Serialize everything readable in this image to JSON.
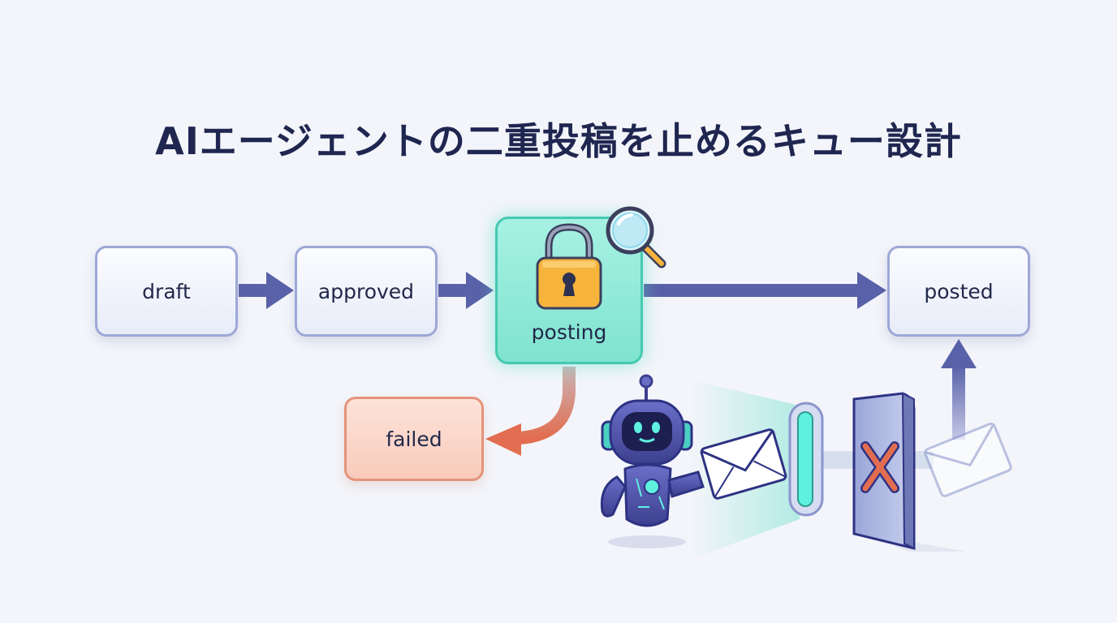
{
  "title": "AIエージェントの二重投稿を止めるキュー設計",
  "states": {
    "draft": "draft",
    "approved": "approved",
    "posting": "posting",
    "posted": "posted",
    "failed": "failed"
  },
  "colors": {
    "arrow": "#5961a8",
    "posting": "#7fe3d0",
    "failed": "#f9cbbb",
    "failed_arrow": "#e36d50",
    "title": "#1f2650"
  },
  "icons": [
    "lock-icon",
    "magnifier-icon",
    "robot-icon",
    "envelope-icon",
    "gate-icon",
    "blocked-x-icon"
  ]
}
